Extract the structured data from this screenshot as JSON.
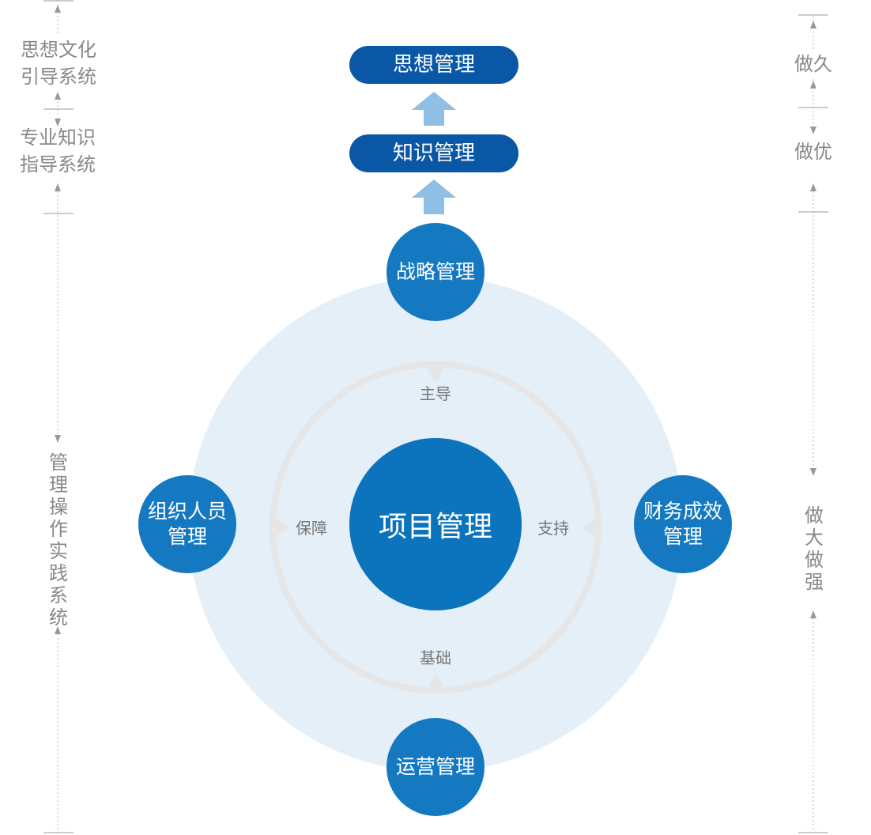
{
  "left_labels": {
    "top": "思想文化\n引导系统",
    "middle": "专业知识\n指导系统",
    "bottom": "管理操作实践系统"
  },
  "right_labels": {
    "top": "做久",
    "middle": "做优",
    "bottom": "做大做强"
  },
  "ladder": {
    "top": "思想管理",
    "middle": "知识管理"
  },
  "nodes": {
    "top": "战略管理",
    "left": "组织人员\n管理",
    "right": "财务成效\n管理",
    "bottom": "运营管理",
    "center": "项目管理"
  },
  "ring_labels": {
    "top": "主导",
    "left": "保障",
    "right": "支持",
    "bottom": "基础"
  },
  "colors": {
    "outer_circle": "#e4eff8",
    "ring": "#e6e6e6",
    "pill": "#0a57a6",
    "node": "#1579c2",
    "center": "#0b74bc",
    "up_arrow": "#8fbfe4",
    "side_text": "#888888"
  }
}
